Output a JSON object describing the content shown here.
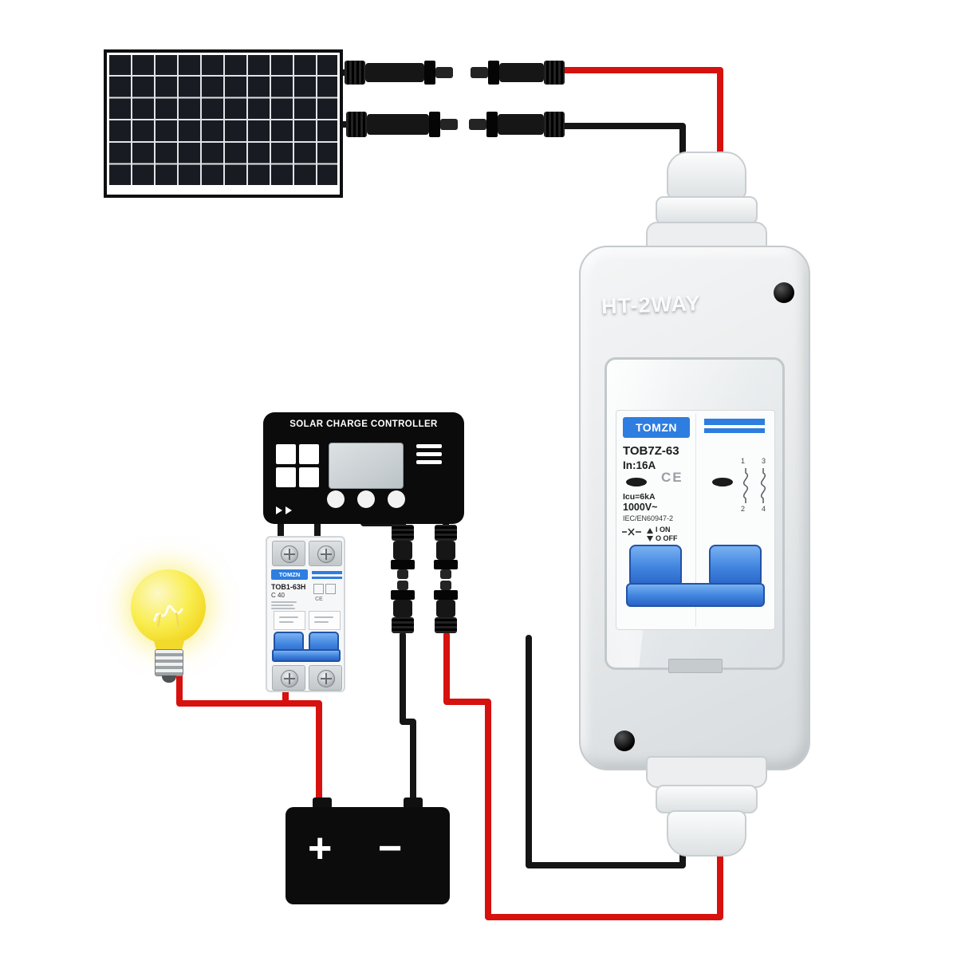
{
  "colors": {
    "wire_red": "#d6110e",
    "wire_black": "#151515",
    "breaker_blue": "#2e7de0",
    "bulb_yellow": "#f7e93c",
    "enclosure_gray": "#e9ebec",
    "panel_cell": "#181c22"
  },
  "controller": {
    "title": "SOLAR CHARGE CONTROLLER"
  },
  "dc_breaker": {
    "brand": "TOMZN",
    "model": "TOB1-63H",
    "rating": "C 40",
    "ce": "CE"
  },
  "enclosure": {
    "label": "HT-2WAY"
  },
  "main_breaker": {
    "brand": "TOMZN",
    "model": "TOB7Z-63",
    "current": "In:16A",
    "icu": "Icu=6kA",
    "voltage": "1000V~",
    "standard": "IEC/EN60947-2",
    "ce": "CE",
    "on_label": "I ON",
    "off_label": "O OFF",
    "terminal_1": "1",
    "terminal_3": "3",
    "terminal_2": "2",
    "terminal_4": "4"
  },
  "battery": {
    "positive": "+",
    "negative": "−"
  }
}
